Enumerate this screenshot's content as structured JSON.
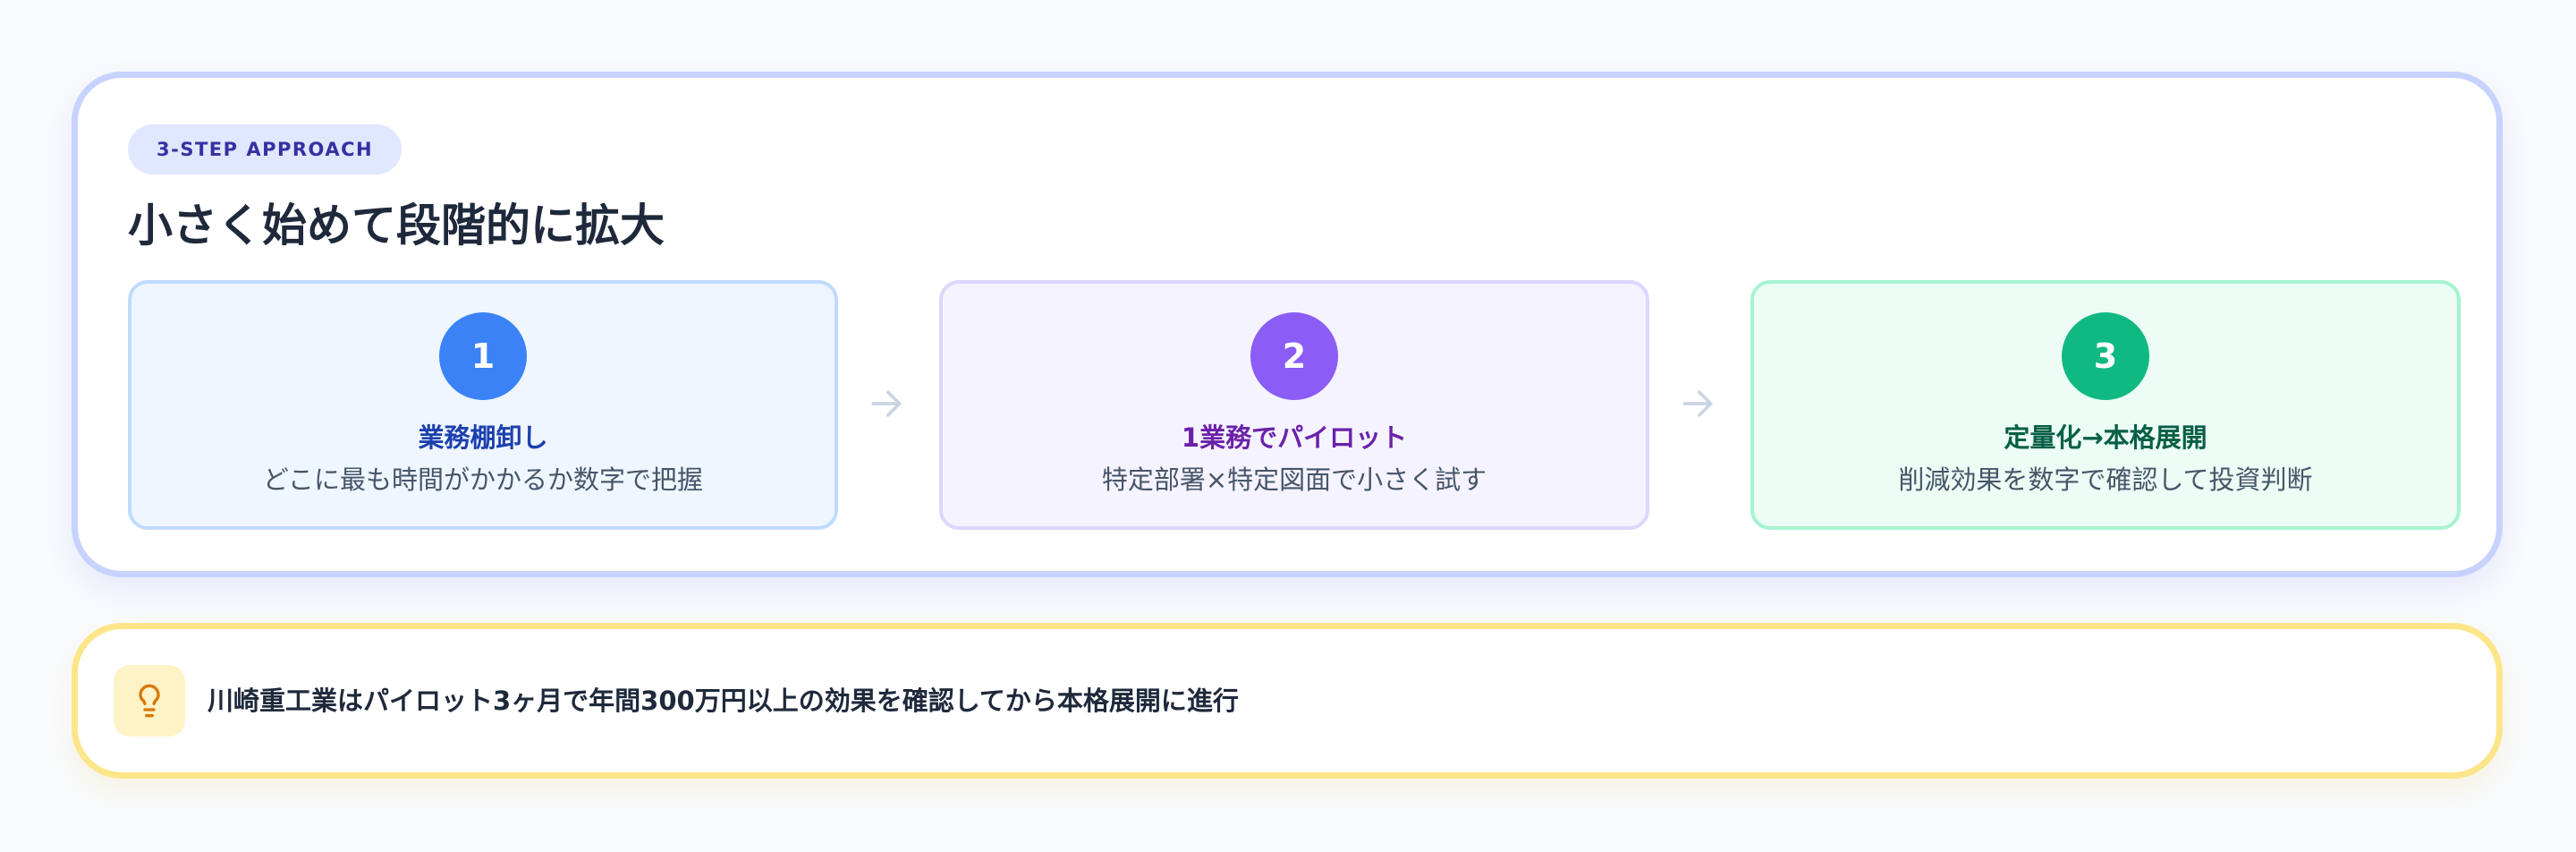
{
  "badge": "3-STEP APPROACH",
  "title": "小さく始めて段階的に拡大",
  "steps": [
    {
      "number": "1",
      "title": "業務棚卸し",
      "description": "どこに最も時間がかかるか数字で把握",
      "color": "#3b82f6"
    },
    {
      "number": "2",
      "title": "1業務でパイロット",
      "description": "特定部署×特定図面で小さく試す",
      "color": "#8b5cf6"
    },
    {
      "number": "3",
      "title": "定量化→本格展開",
      "description": "削減効果を数字で確認して投資判断",
      "color": "#10b981"
    }
  ],
  "arrow_icon": "arrow-right-icon",
  "note": {
    "icon": "lightbulb-icon",
    "text": "川崎重工業はパイロット3ヶ月で年間300万円以上の効果を確認してから本格展開に進行",
    "accent": "#d97706"
  }
}
